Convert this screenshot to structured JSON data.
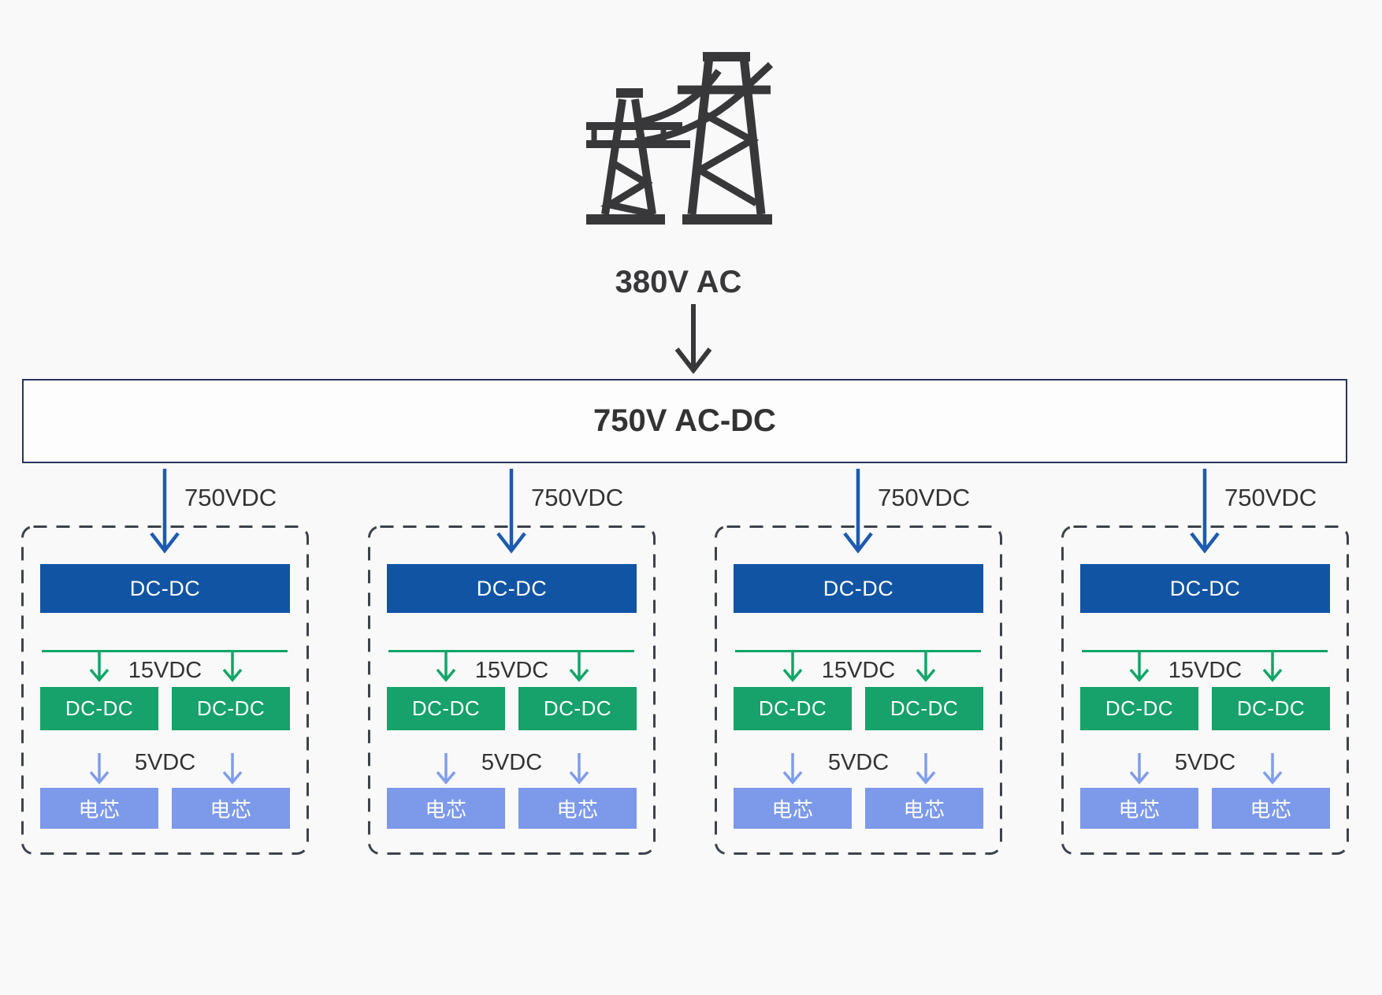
{
  "colors": {
    "background": "#f9f9f9",
    "icon_dark": "#38383b",
    "label_text": "#333333",
    "converter_border": "#28365c",
    "converter_fill": "#fdfdfe",
    "primary_blue": "#1254a4",
    "arrow_blue": "#1d5bb0",
    "green": "#16a26a",
    "green_arrow": "#11a568",
    "cell_blue": "#7d99ea",
    "cell_arrow": "#7f9ded",
    "dashed_border": "#3d424b"
  },
  "grid": {
    "icon": "transmission-tower-icon",
    "label": "380V AC"
  },
  "converter": {
    "label": "750V AC-DC"
  },
  "groups": [
    {
      "input_label": "750VDC",
      "primary_converter": "DC-DC",
      "mid_voltage_label": "15VDC",
      "secondary_converters": [
        "DC-DC",
        "DC-DC"
      ],
      "low_voltage_label": "5VDC",
      "cells": [
        "电芯",
        "电芯"
      ]
    },
    {
      "input_label": "750VDC",
      "primary_converter": "DC-DC",
      "mid_voltage_label": "15VDC",
      "secondary_converters": [
        "DC-DC",
        "DC-DC"
      ],
      "low_voltage_label": "5VDC",
      "cells": [
        "电芯",
        "电芯"
      ]
    },
    {
      "input_label": "750VDC",
      "primary_converter": "DC-DC",
      "mid_voltage_label": "15VDC",
      "secondary_converters": [
        "DC-DC",
        "DC-DC"
      ],
      "low_voltage_label": "5VDC",
      "cells": [
        "电芯",
        "电芯"
      ]
    },
    {
      "input_label": "750VDC",
      "primary_converter": "DC-DC",
      "mid_voltage_label": "15VDC",
      "secondary_converters": [
        "DC-DC",
        "DC-DC"
      ],
      "low_voltage_label": "5VDC",
      "cells": [
        "电芯",
        "电芯"
      ]
    }
  ]
}
